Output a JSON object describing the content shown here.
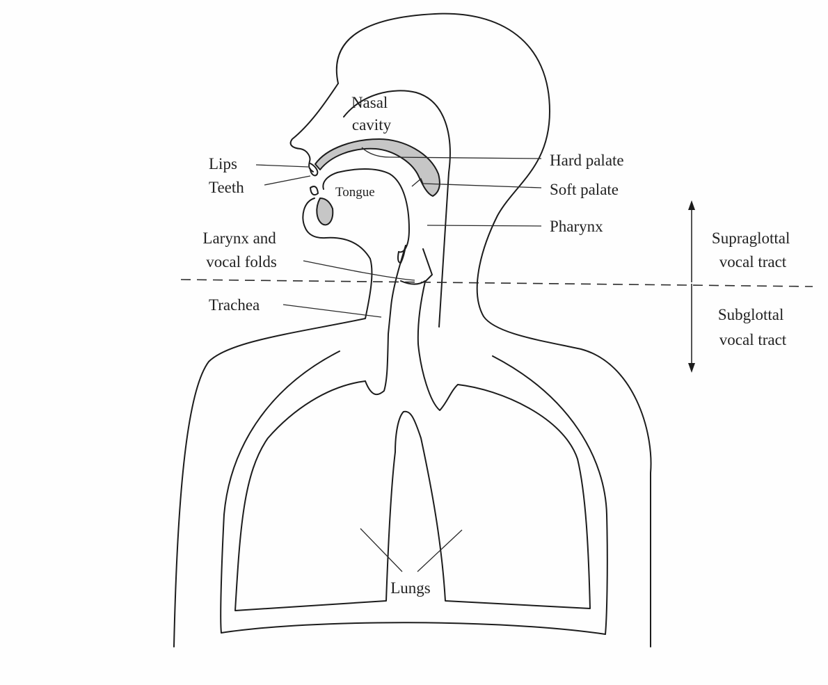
{
  "colors": {
    "ink": "#1c1c1c",
    "shade": "#c6c6c6",
    "paper": "#fefefe"
  },
  "labels": {
    "nasal_cavity": [
      "Nasal",
      "cavity"
    ],
    "lips": "Lips",
    "teeth": "Teeth",
    "tongue": "Tongue",
    "hard_palate": "Hard palate",
    "soft_palate": "Soft palate",
    "pharynx": "Pharynx",
    "larynx": [
      "Larynx and",
      "vocal folds"
    ],
    "trachea": "Trachea",
    "lungs": "Lungs",
    "supraglottal": [
      "Supraglottal",
      "vocal tract"
    ],
    "subglottal": [
      "Subglottal",
      "vocal tract"
    ]
  }
}
